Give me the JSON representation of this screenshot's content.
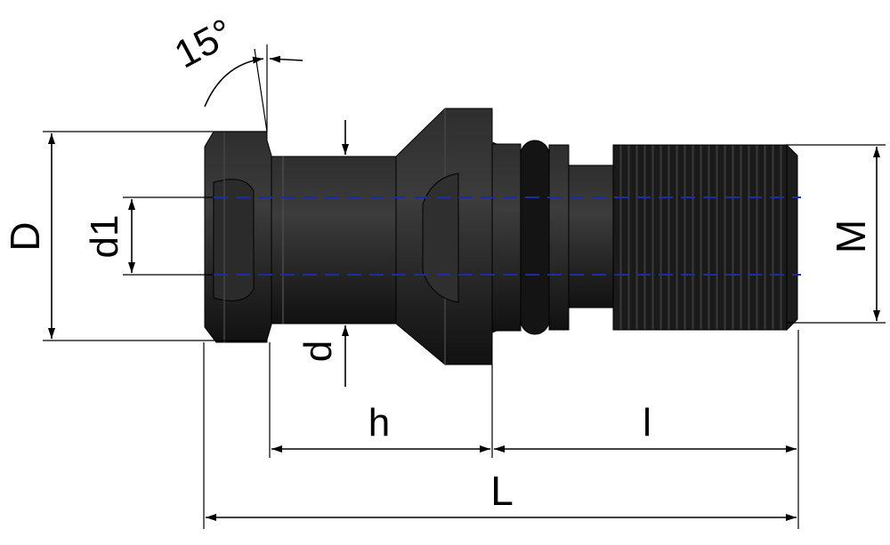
{
  "labels": {
    "angle": "15°",
    "D": "D",
    "d1": "d1",
    "d": "d",
    "M": "M",
    "h": "h",
    "l": "l",
    "L": "L"
  },
  "colors": {
    "part": "#151515",
    "part_highlight": "#3d3d3d",
    "dimension": "#000000",
    "centerline": "#1f2aa8",
    "background": "#ffffff"
  }
}
